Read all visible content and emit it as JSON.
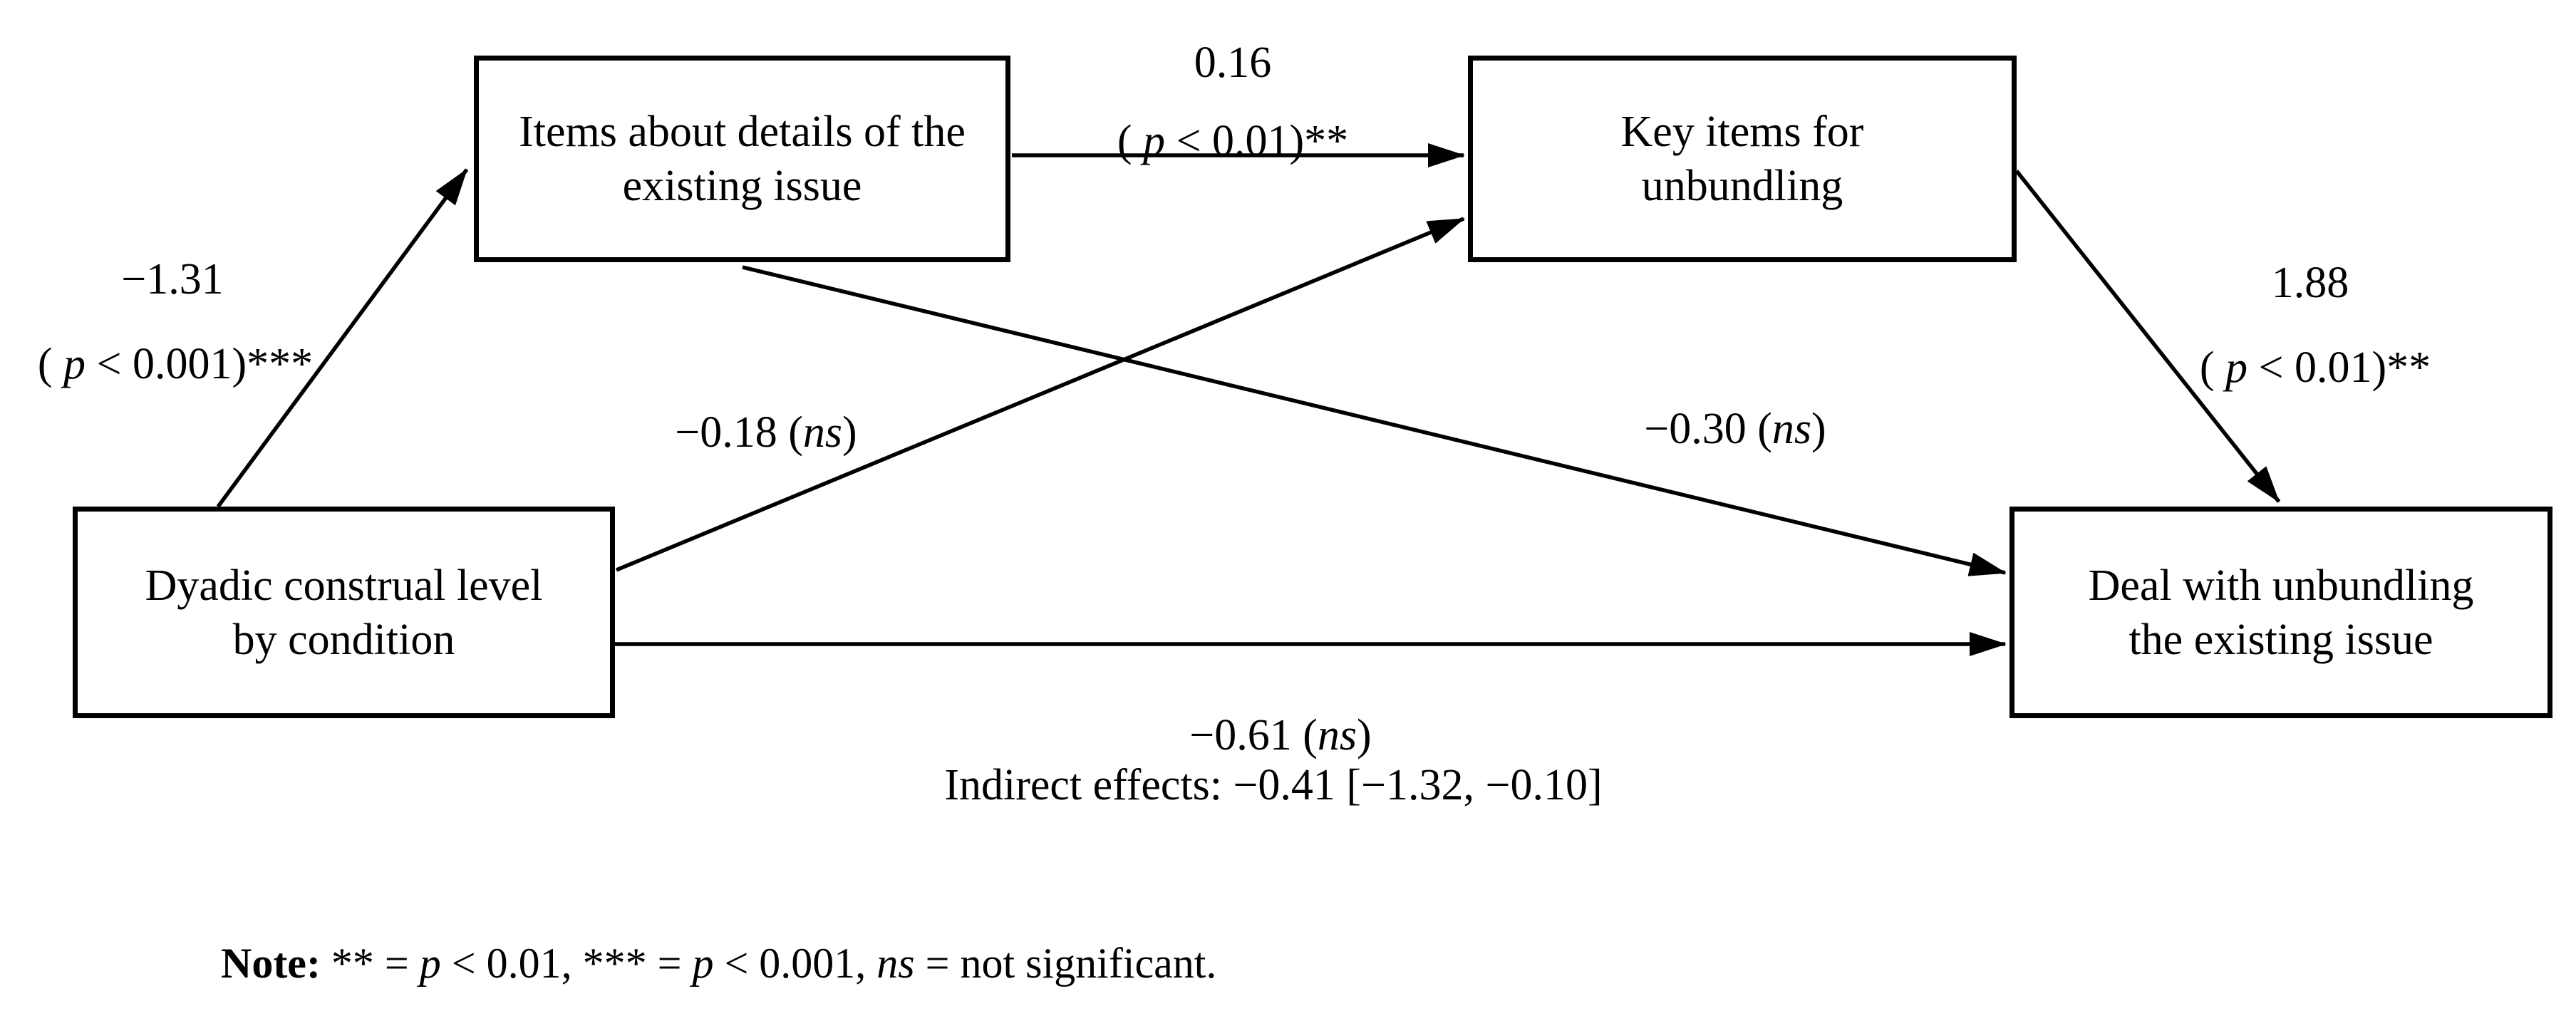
{
  "figure": {
    "background_color": "#ffffff",
    "ink_color": "#000000",
    "type": "mediation-path-diagram"
  },
  "nodes": {
    "items": {
      "lines": [
        "Items about details of the",
        "existing issue"
      ]
    },
    "key": {
      "lines": [
        "Key items for",
        "unbundling"
      ]
    },
    "dyadic": {
      "lines": [
        "Dyadic construal level",
        "by condition"
      ]
    },
    "deal": {
      "lines": [
        "Deal with unbundling",
        "the existing issue"
      ]
    }
  },
  "edges": [
    {
      "from": "Dyadic construal level by condition",
      "to": "Items about details of the existing issue",
      "coefficient": "−1.31",
      "significance": "p < 0.001",
      "stars": "***"
    },
    {
      "from": "Items about details of the existing issue",
      "to": "Key items for unbundling",
      "coefficient": "0.16",
      "significance": "p < 0.01",
      "stars": "**"
    },
    {
      "from": "Dyadic construal level by condition",
      "to": "Key items for unbundling",
      "coefficient": "−0.18",
      "significance": "ns"
    },
    {
      "from": "Items about details of the existing issue",
      "to": "Deal with unbundling the existing issue",
      "coefficient": "−0.30",
      "significance": "ns"
    },
    {
      "from": "Key items for unbundling",
      "to": "Deal with unbundling the existing issue",
      "coefficient": "1.88",
      "significance": "p < 0.01",
      "stars": "**"
    },
    {
      "from": "Dyadic construal level by condition",
      "to": "Deal with unbundling the existing issue",
      "coefficient": "−0.61",
      "significance": "ns",
      "indirect_effects": "−0.41 [−1.32, −0.10]"
    }
  ],
  "edge_labels": {
    "dyadic_items_value": "−1.31",
    "dyadic_items_sig": [
      {
        "t": "( "
      },
      {
        "t": "p",
        "i": 1
      },
      {
        "t": " < 0.001)***"
      }
    ],
    "items_key_value": "0.16",
    "items_key_sig": [
      {
        "t": "( "
      },
      {
        "t": "p",
        "i": 1
      },
      {
        "t": " < 0.01)**"
      }
    ],
    "dyadic_key": [
      {
        "t": "−0.18 ("
      },
      {
        "t": "ns",
        "i": 1
      },
      {
        "t": ")"
      }
    ],
    "items_deal": [
      {
        "t": "−0.30 ("
      },
      {
        "t": "ns",
        "i": 1
      },
      {
        "t": ")"
      }
    ],
    "key_deal_value": "1.88",
    "key_deal_sig": [
      {
        "t": "( "
      },
      {
        "t": "p",
        "i": 1
      },
      {
        "t": " < 0.01)**"
      }
    ],
    "dyadic_deal": [
      {
        "t": "−0.61 ("
      },
      {
        "t": "ns",
        "i": 1
      },
      {
        "t": ")"
      }
    ],
    "dyadic_deal_indirect": "Indirect effects: −0.41 [−1.32, −0.10]"
  },
  "note": {
    "segments": [
      {
        "t": "Note:",
        "b": 1
      },
      {
        "t": " ** = "
      },
      {
        "t": "p",
        "i": 1
      },
      {
        "t": " < 0.01, *** = "
      },
      {
        "t": "p",
        "i": 1
      },
      {
        "t": " < 0.001, "
      },
      {
        "t": "ns",
        "i": 1
      },
      {
        "t": " = not significant."
      }
    ]
  }
}
